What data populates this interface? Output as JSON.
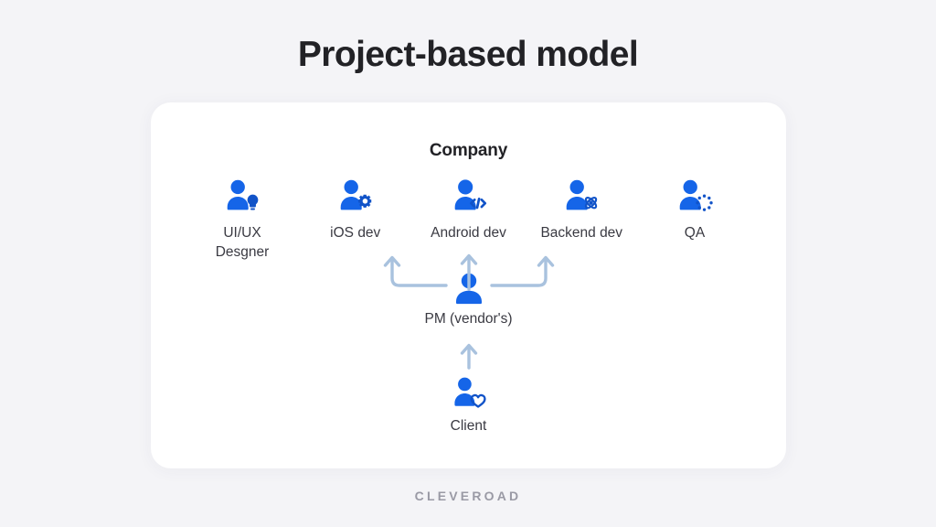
{
  "slide": {
    "title": "Project-based model",
    "background_color": "#f4f4f7",
    "footer_brand": "CLEVEROAD"
  },
  "card": {
    "heading": "Company",
    "background_color": "#ffffff"
  },
  "colors": {
    "accent_blue": "#1565E8",
    "accent_blue_dark": "#1153C8",
    "arrow_blue": "#A9C2DE",
    "text_dark": "#222226",
    "text_body": "#3a3a42",
    "footer_gray": "#9a9aa5"
  },
  "team": [
    {
      "label": "UI/UX\nDesgner",
      "icon": "person-lightbulb-icon"
    },
    {
      "label": "iOS dev",
      "icon": "person-gear-icon"
    },
    {
      "label": "Android dev",
      "icon": "person-code-icon"
    },
    {
      "label": "Backend dev",
      "icon": "person-atom-icon"
    },
    {
      "label": "QA",
      "icon": "person-dotted-circle-icon"
    }
  ],
  "pm": {
    "label": "PM (vendor's)",
    "icon": "person-icon",
    "arrows": {
      "up": "arrow-up-icon",
      "left": "arrow-elbow-left-up-icon",
      "right": "arrow-elbow-right-up-icon"
    }
  },
  "client": {
    "label": "Client",
    "icon": "person-heart-icon",
    "arrow": "arrow-up-icon"
  }
}
